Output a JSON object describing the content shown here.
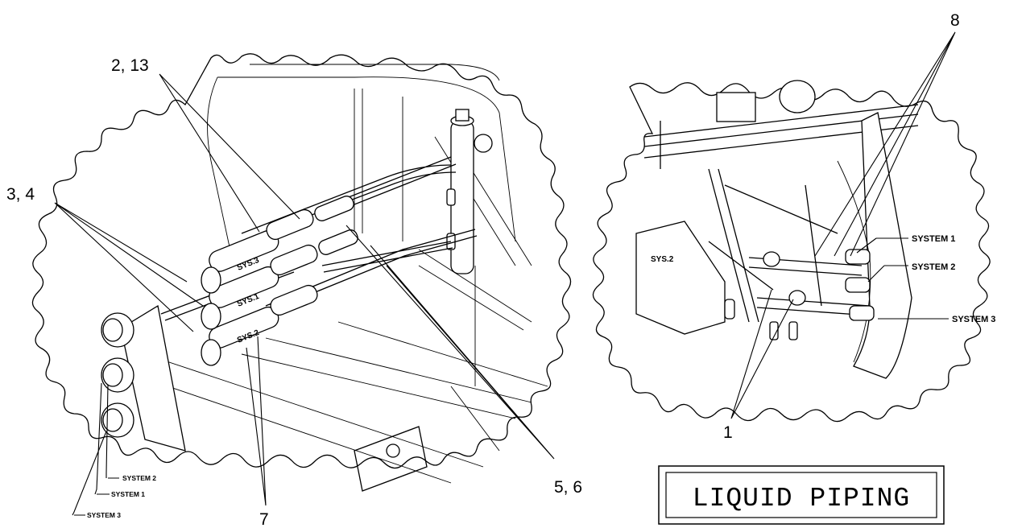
{
  "left_view": {
    "callouts": {
      "c_2_13": "2, 13",
      "c_3_4": "3, 4",
      "c_5_6": "5, 6",
      "c_7": "7"
    },
    "system_labels": {
      "system_2": "SYSTEM 2",
      "system_1": "SYSTEM 1",
      "system_3": "SYSTEM 3"
    },
    "engraved": {
      "sys3": "SYS.3",
      "sys1": "SYS.1",
      "sys2": "SYS.2"
    }
  },
  "right_view": {
    "callouts": {
      "c_8": "8",
      "c_1": "1"
    },
    "system_labels": {
      "system_1": "SYSTEM 1",
      "system_2": "SYSTEM 2",
      "system_3": "SYSTEM 3"
    },
    "engraved": {
      "sys2": "SYS.2"
    }
  },
  "title_box": {
    "label": "LIQUID PIPING"
  }
}
